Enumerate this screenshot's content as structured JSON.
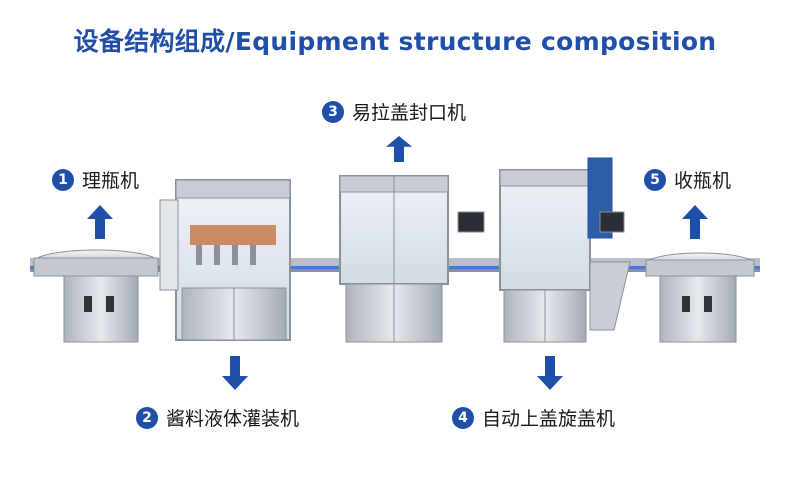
{
  "title": "设备结构组成/Equipment structure composition",
  "colors": {
    "accent": "#1f4fa8",
    "steel": "#c9ced6",
    "conveyor_blue": "#3d7fd6"
  },
  "stations": [
    {
      "number": "1",
      "label": "理瓶机",
      "arrow": "up"
    },
    {
      "number": "2",
      "label": "酱料液体灌装机",
      "arrow": "down"
    },
    {
      "number": "3",
      "label": "易拉盖封口机",
      "arrow": "up"
    },
    {
      "number": "4",
      "label": "自动上盖旋盖机",
      "arrow": "down"
    },
    {
      "number": "5",
      "label": "收瓶机",
      "arrow": "up"
    }
  ]
}
